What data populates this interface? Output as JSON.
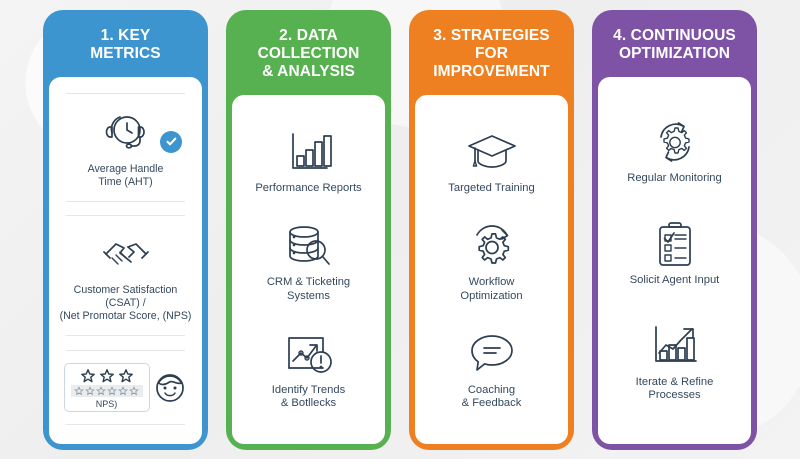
{
  "meta": {
    "title": "Call Center Performance Infographic",
    "background_color": "#f2f2f2"
  },
  "columns": [
    {
      "number": "1.",
      "title": "1. KEY METRICS",
      "title_line1": "1. KEY",
      "title_line2": "METRICS",
      "color": "#3d95d0",
      "items": [
        {
          "icon": "headset-clock-icon",
          "label_line1": "Average Handle",
          "label_line2": "Time (AHT)",
          "badge": "check-badge"
        },
        {
          "icon": "handshake-icon",
          "label_line1": "Customer Satisfaction (CSAT) /",
          "label_line2": "(Net Promotar Score, (NPS)"
        },
        {
          "icon": "star-rating-icon",
          "label_line1": "NPS)",
          "label_line2": ""
        }
      ]
    },
    {
      "number": "2.",
      "title": "2. DATA COLLECTION & ANALYSIS",
      "title_line1": "2. DATA COLLECTION",
      "title_line2": "& ANALYSIS",
      "color": "#57b151",
      "items": [
        {
          "icon": "bar-chart-icon",
          "label_line1": "Performance Reports",
          "label_line2": ""
        },
        {
          "icon": "database-search-icon",
          "label_line1": "CRM & Ticketing",
          "label_line2": "Systems"
        },
        {
          "icon": "trend-alert-icon",
          "label_line1": "Identify Trends",
          "label_line2": "& Botllecks"
        }
      ]
    },
    {
      "number": "3.",
      "title": "3. STRATEGIES FOR IMPROVEMENT",
      "title_line1": "3. STRATEGIES FOR",
      "title_line2": "IMPROVEMENT",
      "color": "#ee8022",
      "items": [
        {
          "icon": "graduation-cap-icon",
          "label_line1": "Targeted Training",
          "label_line2": ""
        },
        {
          "icon": "gear-arrow-icon",
          "label_line1": "Workflow",
          "label_line2": "Optimization"
        },
        {
          "icon": "speech-bubble-icon",
          "label_line1": "Coaching",
          "label_line2": "& Feedback"
        }
      ]
    },
    {
      "number": "4.",
      "title": "4. CONTINUOUS OPTIMIZATION",
      "title_line1": "4. CONTINUOUS",
      "title_line2": "OPTIMIZATION",
      "color": "#7e52a5",
      "items": [
        {
          "icon": "gear-refresh-icon",
          "label_line1": "Regular Monitoring",
          "label_line2": ""
        },
        {
          "icon": "clipboard-checklist-icon",
          "label_line1": "Solicit Agent Input",
          "label_line2": ""
        },
        {
          "icon": "growth-chart-icon",
          "label_line1": "Iterate & Refine",
          "label_line2": "Processes"
        }
      ]
    }
  ],
  "nps_widget": {
    "label": "NPS)",
    "big_stars": 3,
    "small_stars": 6
  }
}
